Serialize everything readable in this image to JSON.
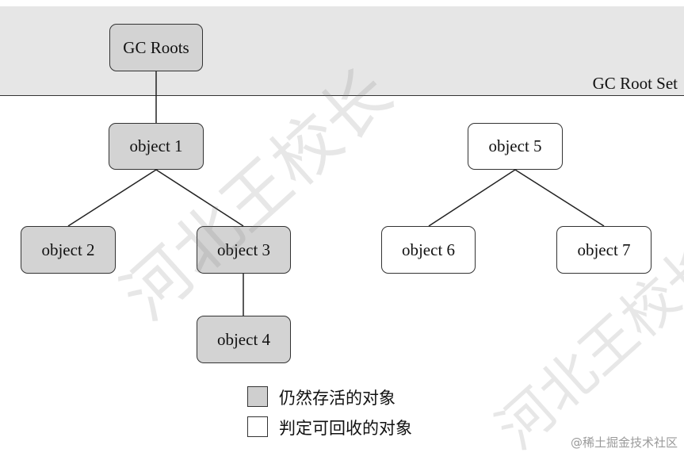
{
  "band": {
    "label": "GC Root Set"
  },
  "nodes": {
    "gc_roots": "GC Roots",
    "object1": "object 1",
    "object2": "object 2",
    "object3": "object 3",
    "object4": "object 4",
    "object5": "object 5",
    "object6": "object 6",
    "object7": "object 7"
  },
  "legend": {
    "still_alive": "仍然存活的对象",
    "reclaimable": "判定可回收的对象"
  },
  "watermark": {
    "text": "河北王校长"
  },
  "credit": "@稀土掘金技术社区",
  "colors": {
    "reachable_fill": "#d3d3d3",
    "unreachable_fill": "#ffffff",
    "band_fill": "#e6e6e6"
  }
}
